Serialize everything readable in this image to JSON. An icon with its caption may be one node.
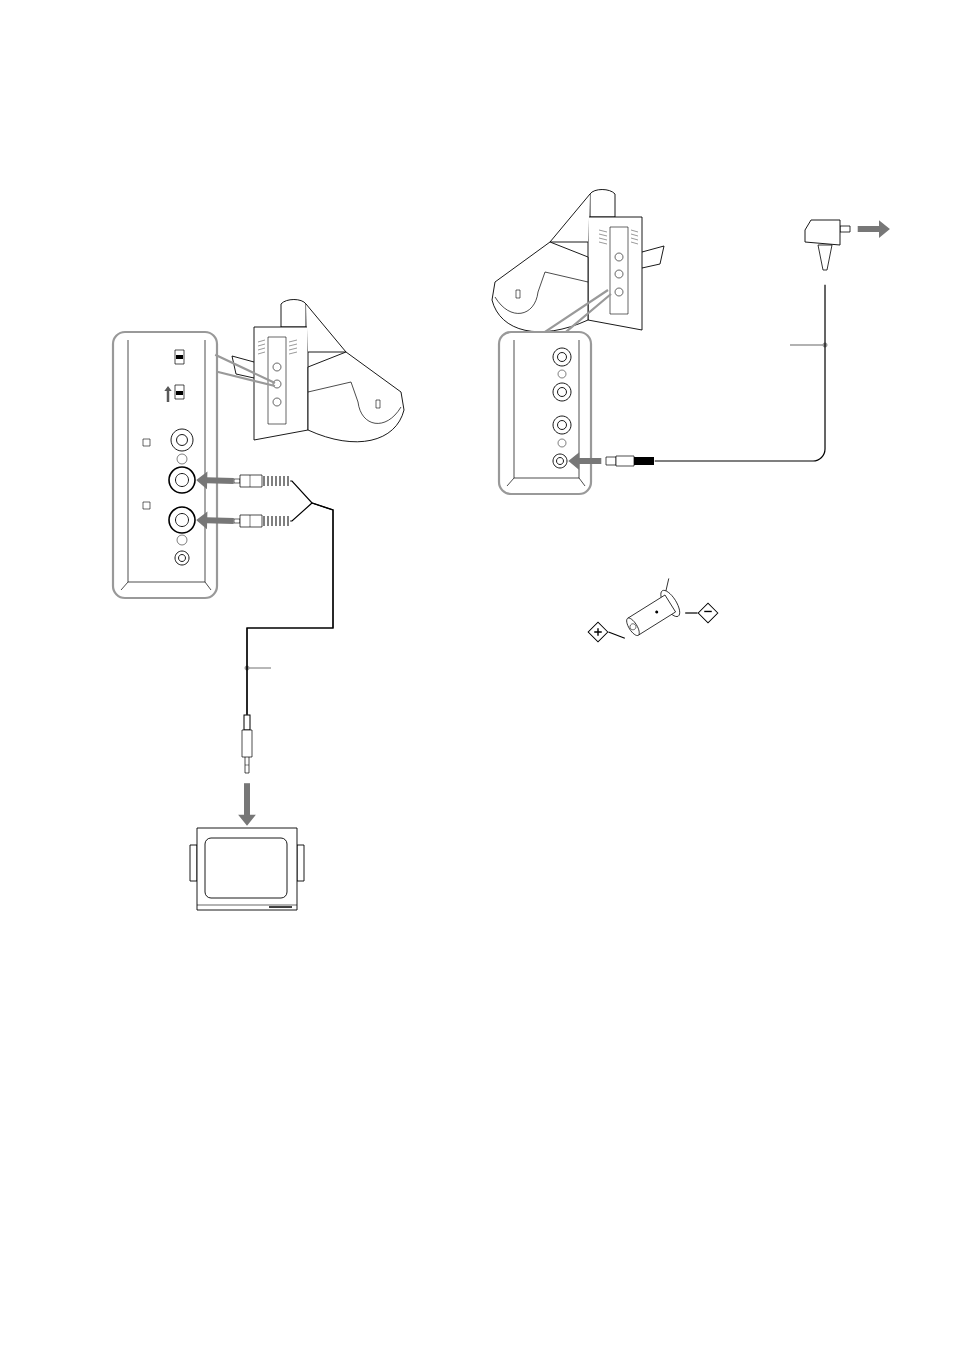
{
  "diagram": {
    "nodes": [
      {
        "text": [],
        "shape": "picture"
      },
      {
        "text": [],
        "shape": "box"
      },
      {
        "text": [],
        "shape": "circle",
        "in": 1
      },
      {
        "text": [],
        "shape": "circle",
        "in": 1
      },
      {
        "text": [],
        "shape": "circle",
        "in": 1
      },
      {
        "text": [],
        "shape": "circle",
        "in": 1
      },
      {
        "text": [],
        "shape": "picture"
      },
      {
        "text": [],
        "shape": "picture"
      },
      {
        "text": [],
        "shape": "picture"
      },
      {
        "text": [],
        "shape": "picture"
      },
      {
        "text": [],
        "shape": "picture"
      },
      {
        "text": [],
        "shape": "box"
      },
      {
        "text": [],
        "shape": "circle",
        "in": 11
      },
      {
        "text": [],
        "shape": "circle",
        "in": 11
      },
      {
        "text": [],
        "shape": "circle",
        "in": 11
      },
      {
        "text": [],
        "shape": "circle",
        "in": 11
      },
      {
        "text": [],
        "shape": "picture"
      },
      {
        "text": [],
        "shape": "picture"
      },
      {
        "text": [],
        "shape": "picture"
      },
      {
        "text": [
          "+"
        ]
      },
      {
        "text": [
          "−"
        ]
      }
    ],
    "edges": [
      {
        "from": 6,
        "to": 3,
        "arrow": "to",
        "style": "thick",
        "color": "#777777"
      },
      {
        "from": 7,
        "to": 4,
        "arrow": "to",
        "style": "thick",
        "color": "#777777"
      },
      {
        "from": 6,
        "to": 8,
        "arrow": "none",
        "color": "#000000"
      },
      {
        "from": 7,
        "to": 8,
        "arrow": "none",
        "color": "#000000"
      },
      {
        "from": 8,
        "to": 9,
        "arrow": "to",
        "style": "thick",
        "color": "#777777"
      },
      {
        "from": 16,
        "to": 15,
        "arrow": "to",
        "style": "thick",
        "color": "#777777"
      },
      {
        "from": 17,
        "to": 16,
        "arrow": "none",
        "color": "#000000"
      },
      {
        "from": 17,
        "to": null,
        "arrow": "to",
        "style": "thick",
        "color": "#777777"
      },
      {
        "from": 19,
        "to": 18,
        "arrow": "none",
        "color": "#000000"
      },
      {
        "from": 20,
        "to": 18,
        "arrow": "none",
        "color": "#000000"
      },
      {
        "from": 1,
        "to": 0,
        "arrow": "none",
        "color": "#999999"
      },
      {
        "from": 11,
        "to": 10,
        "arrow": "none",
        "color": "#999999"
      }
    ]
  }
}
